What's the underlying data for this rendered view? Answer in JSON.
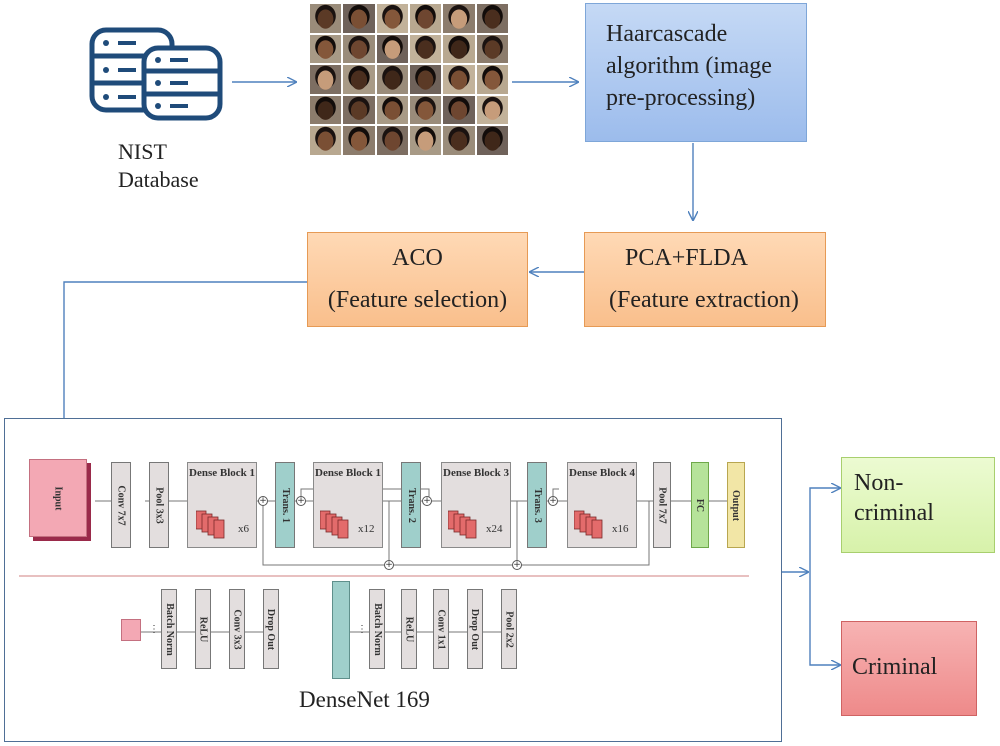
{
  "database": {
    "label_line1": "NIST",
    "label_line2": "Database"
  },
  "haar": {
    "line1": "Haarcascade",
    "line2": "algorithm (image",
    "line3": "pre-processing)"
  },
  "pca": {
    "title": "PCA+FLDA",
    "subtitle": "(Feature extraction)"
  },
  "aco": {
    "title": "ACO",
    "subtitle": "(Feature selection)"
  },
  "densenet": {
    "caption": "DenseNet 169",
    "input": "Input",
    "conv7": "Conv 7x7",
    "pool3": "Pool 3x3",
    "dense1": "Dense Block 1",
    "dense1_mult": "x6",
    "trans1": "Trans. 1",
    "dense2": "Dense Block 1",
    "dense2_mult": "x12",
    "trans2": "Trans. 2",
    "dense3": "Dense Block 3",
    "dense3_mult": "x24",
    "trans3": "Trans. 3",
    "dense4": "Dense Block 4",
    "dense4_mult": "x16",
    "pool7": "Pool 7x7",
    "fc": "FC",
    "output": "Output",
    "detail_a": [
      "Batch Norm",
      "ReLU",
      "Conv 3x3",
      "Drop Out"
    ],
    "detail_b": [
      "Batch Norm",
      "ReLU",
      "Conv 1x1",
      "Drop Out",
      "Pool 2x2"
    ]
  },
  "outputs": {
    "non_criminal_line1": "Non-",
    "non_criminal_line2": "criminal",
    "criminal": "Criminal"
  },
  "colors": {
    "arrow": "#4f81bd",
    "haar_box": "#9cbcec",
    "orange_box": "#f9bf8c",
    "green_box": "#d7f2aa",
    "red_box": "#ee8a8a",
    "trans_block": "#9fcfcb",
    "fc_block": "#b6e39a",
    "output_block": "#f2e6a6",
    "input_block": "#f3a8b4"
  }
}
